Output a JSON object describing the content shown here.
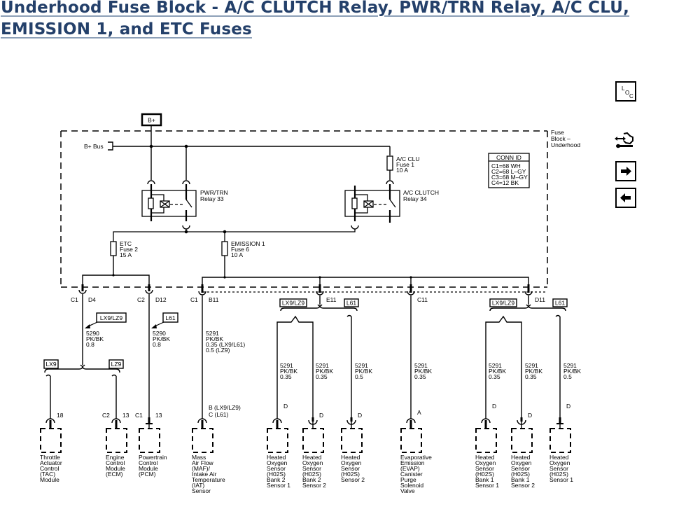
{
  "title": {
    "line1": "Underhood Fuse Block - A/C CLUTCH Relay, PWR/TRN Relay, A/C CLU,",
    "line2": "EMISSION 1, and ETC Fuses"
  },
  "colors": {
    "title": "#24406a",
    "line": "#000000"
  },
  "nav_icons": [
    {
      "name": "loc-icon",
      "letters": [
        "L",
        "O",
        "C"
      ]
    },
    {
      "name": "connector-tool-icon"
    },
    {
      "name": "next-arrow-icon"
    },
    {
      "name": "prev-arrow-icon"
    }
  ],
  "power": {
    "source_label": "B+",
    "bus_label": "B+ Bus",
    "fuse_block_label": [
      "Fuse",
      "Block –",
      "Underhood"
    ]
  },
  "conn_id": {
    "header": "CONN ID",
    "lines": [
      "C1=68 WH",
      "C2=68 L–GY",
      "C3=68 M–GY",
      "C4=12 BK"
    ]
  },
  "relays": [
    {
      "name": "PWR/TRN",
      "number": "Relay 33"
    },
    {
      "name": "A/C CLUTCH",
      "number": "Relay 34"
    }
  ],
  "fuses": [
    {
      "name": "A/C CLU",
      "number": "Fuse 1",
      "rating": "10 A"
    },
    {
      "name": "ETC",
      "number": "Fuse 2",
      "rating": "15 A"
    },
    {
      "name": "EMISSION 1",
      "number": "Fuse 6",
      "rating": "10 A"
    }
  ],
  "connectors": {
    "d4": {
      "conn": "C1",
      "pin": "D4"
    },
    "d12": {
      "conn": "C2",
      "pin": "D12"
    },
    "b11": {
      "conn": "C1",
      "pin": "B11"
    },
    "e11": {
      "pin": "E11"
    },
    "c11": {
      "pin": "C11"
    },
    "d11": {
      "pin": "D11"
    }
  },
  "options": {
    "lx9_lz9": "LX9/LZ9",
    "l61": "L61",
    "lx9": "LX9",
    "lz9": "LZ9"
  },
  "wires": {
    "w5290_a": [
      "5290",
      "PK/BK",
      "0.8"
    ],
    "w5290_b": [
      "5290",
      "PK/BK",
      "0.8"
    ],
    "w5291_maf": [
      "5291",
      "PK/BK",
      "0.35 (LX9/L61)",
      "0.5 (LZ9)"
    ],
    "w5291_b2s1": [
      "5291",
      "PK/BK",
      "0.35"
    ],
    "w5291_b2s2": [
      "5291",
      "PK/BK",
      "0.35"
    ],
    "w5291_s2": [
      "5291",
      "PK/BK",
      "0.5"
    ],
    "w5291_evap": [
      "5291",
      "PK/BK",
      "0.35"
    ],
    "w5291_b1s1": [
      "5291",
      "PK/BK",
      "0.35"
    ],
    "w5291_b1s2": [
      "5291",
      "PK/BK",
      "0.35"
    ],
    "w5291_s1": [
      "5291",
      "PK/BK",
      "0.5"
    ]
  },
  "components": [
    {
      "pin": "18",
      "conn": "",
      "label": [
        "Throttle",
        "Actuator",
        "Control",
        "(TAC)",
        "Module"
      ]
    },
    {
      "pin": "13",
      "conn": "C2",
      "label": [
        "Engine",
        "Control",
        "Module",
        "(ECM)"
      ]
    },
    {
      "pin": "13",
      "conn": "C1",
      "label": [
        "Powertrain",
        "Control",
        "Module",
        "(PCM)"
      ]
    },
    {
      "pin": [
        "B (LX9/LZ9)",
        "C (L61)"
      ],
      "conn": "",
      "label": [
        "Mass",
        "Air Flow",
        "(MAF)/",
        "Intake Air",
        "Temperature",
        "(IAT)",
        "Sensor"
      ]
    },
    {
      "pin": "D",
      "conn": "",
      "label": [
        "Heated",
        "Oxygen",
        "Sensor",
        "(H02S)",
        "Bank 2",
        "Sensor 1"
      ]
    },
    {
      "pin": "D",
      "conn": "",
      "label": [
        "Heated",
        "Oxygen",
        "Sensor",
        "(H02S)",
        "Bank 2",
        "Sensor 2"
      ]
    },
    {
      "pin": "D",
      "conn": "",
      "label": [
        "Heated",
        "Oxygen",
        "Sensor",
        "(H02S)",
        "Sensor 2"
      ]
    },
    {
      "pin": "A",
      "conn": "",
      "label": [
        "Evaporative",
        "Emission",
        "(EVAP)",
        "Canister",
        "Purge",
        "Solenoid",
        "Valve"
      ]
    },
    {
      "pin": "D",
      "conn": "",
      "label": [
        "Heated",
        "Oxygen",
        "Sensor",
        "(H02S)",
        "Bank 1",
        "Sensor 1"
      ]
    },
    {
      "pin": "D",
      "conn": "",
      "label": [
        "Heated",
        "Oxygen",
        "Sensor",
        "(H02S)",
        "Bank 1",
        "Sensor 2"
      ]
    },
    {
      "pin": "D",
      "conn": "",
      "label": [
        "Heated",
        "Oxygen",
        "Sensor",
        "(H02S)",
        "Sensor 1"
      ]
    }
  ]
}
